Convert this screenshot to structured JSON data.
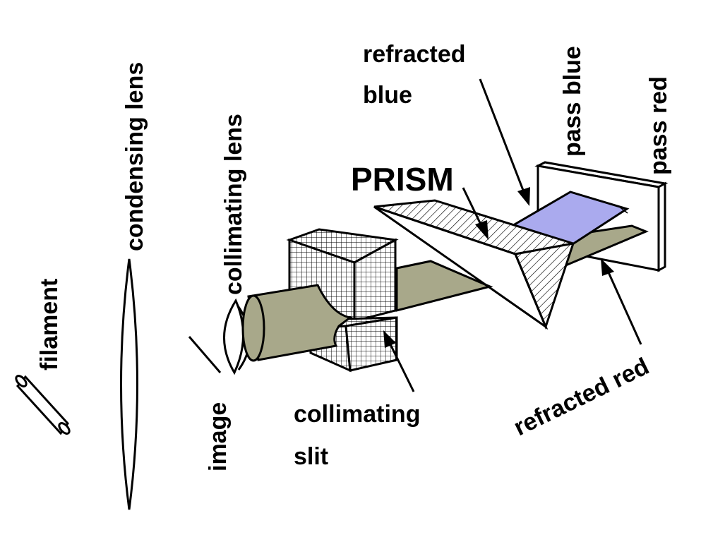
{
  "labels": {
    "filament": "filament",
    "condensing_lens": "condensing lens",
    "collimating_lens": "collimating lens",
    "image": "image",
    "collimating_slit_line1": "collimating",
    "collimating_slit_line2": "slit",
    "prism": "PRISM",
    "refracted_blue_line1": "refracted",
    "refracted_blue_line2": "blue",
    "pass_blue": "pass blue",
    "pass_red": "pass red",
    "refracted_red": "refracted red"
  },
  "colors": {
    "beam_olive": "#a8a88a",
    "blue_beam": "#aaaaee",
    "outline": "#000000",
    "background": "#ffffff"
  }
}
